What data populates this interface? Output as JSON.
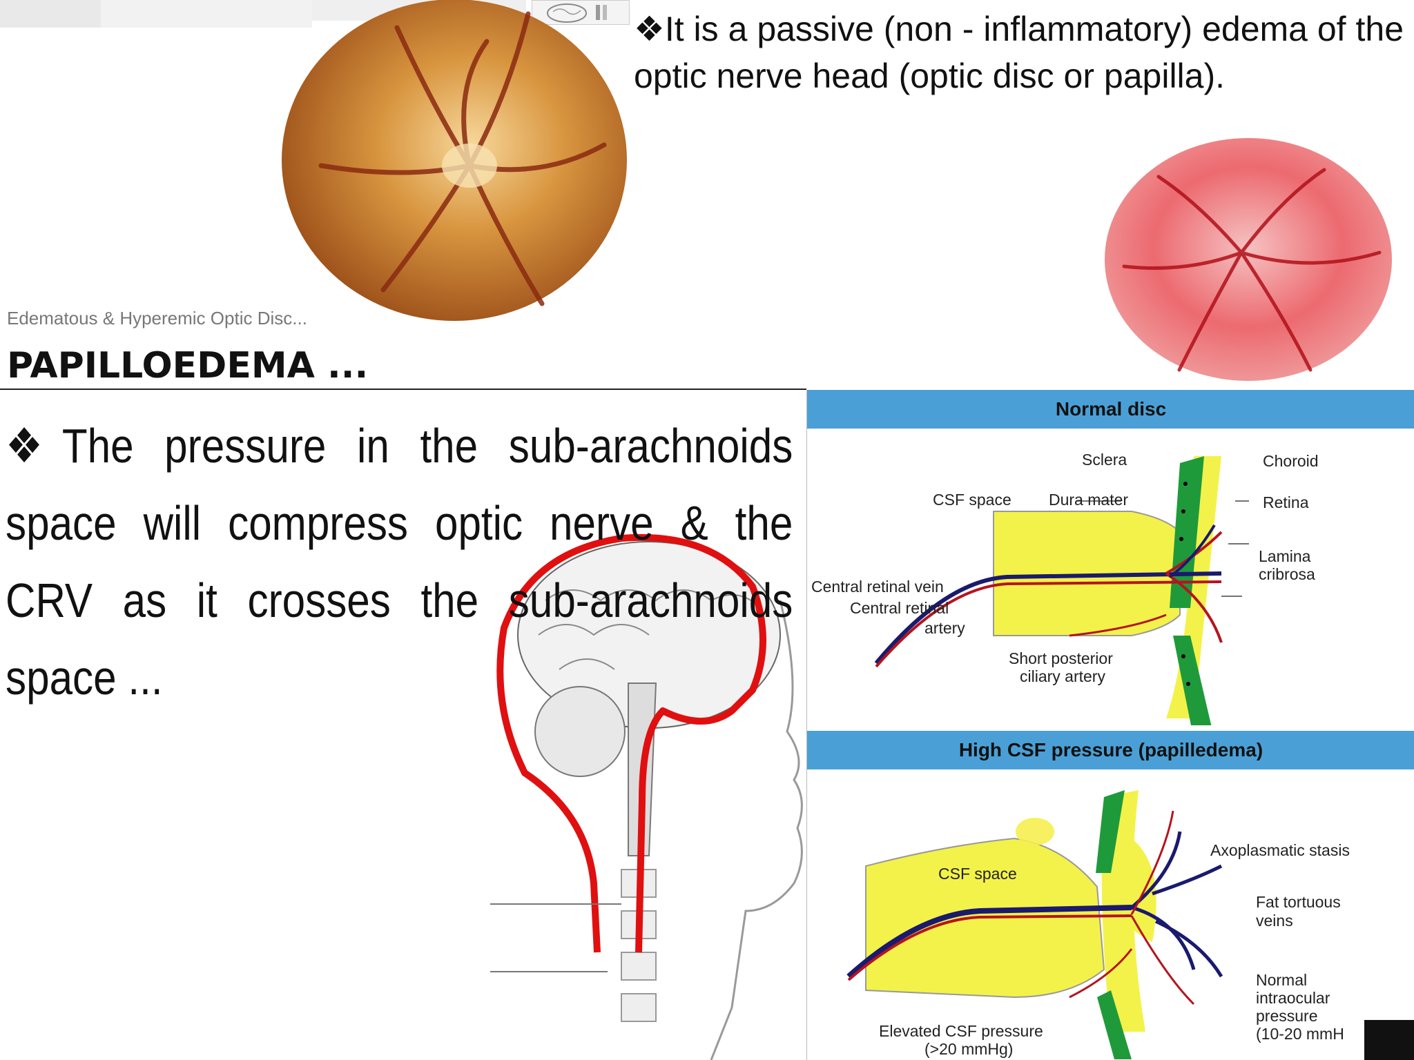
{
  "top_bullet": "It is a passive (non - inflammatory) edema of the optic nerve head (optic disc or papilla).",
  "bullet_symbol": "❖",
  "caption": "Edematous & Hyperemic Optic Disc...",
  "title": "PAPILLOEDEMA ...",
  "main_bullet": "The pressure in the sub-arachnoids space will compress optic nerve & the CRV as it crosses the sub-arachnoids space ...",
  "diagram": {
    "normal_title": "Normal disc",
    "high_title": "High CSF pressure (papilledema)",
    "normal_labels": {
      "sclera": "Sclera",
      "choroid": "Choroid",
      "csf_space": "CSF space",
      "dura_mater": "Dura mater",
      "retina": "Retina",
      "lamina": "Lamina",
      "cribrosa": "cribrosa",
      "central_vein": "Central retinal vein",
      "central_artery_1": "Central retinal",
      "central_artery_2": "artery",
      "short_posterior_1": "Short posterior",
      "short_posterior_2": "ciliary artery"
    },
    "high_labels": {
      "csf_space": "CSF space",
      "axoplasmatic": "Axoplasmatic stasis",
      "fat_1": "Fat tortuous",
      "fat_2": "veins",
      "normal_iop_1": "Normal",
      "normal_iop_2": "intraocular",
      "normal_iop_3": "pressure",
      "normal_iop_4": "(10-20 mmH",
      "elevated_1": "Elevated CSF pressure",
      "elevated_2": "(>20 mmHg)"
    }
  },
  "colors": {
    "band": "#4aa0d6",
    "yellow": "#f3f24a",
    "vein": "#1a1a6e",
    "artery": "#b5141e",
    "choroid_green": "#1f9a3a",
    "outline_red": "#e01010"
  }
}
